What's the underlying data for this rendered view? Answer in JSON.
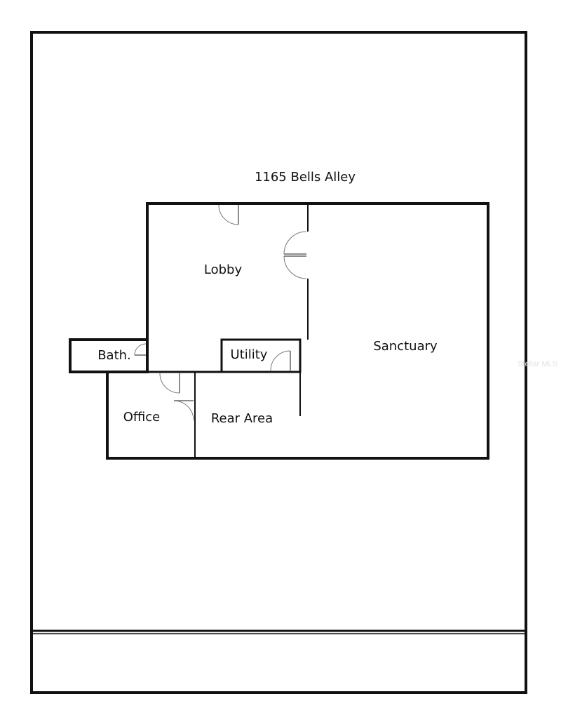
{
  "address": "1165 Bells Alley",
  "rooms": {
    "lobby": "Lobby",
    "sanctuary": "Sanctuary",
    "bath": "Bath.",
    "utility": "Utility",
    "office": "Office",
    "rear_area": "Rear Area"
  },
  "watermark": "Stellar MLS",
  "colors": {
    "wall": "#111111",
    "door": "#666666",
    "background": "#ffffff"
  }
}
